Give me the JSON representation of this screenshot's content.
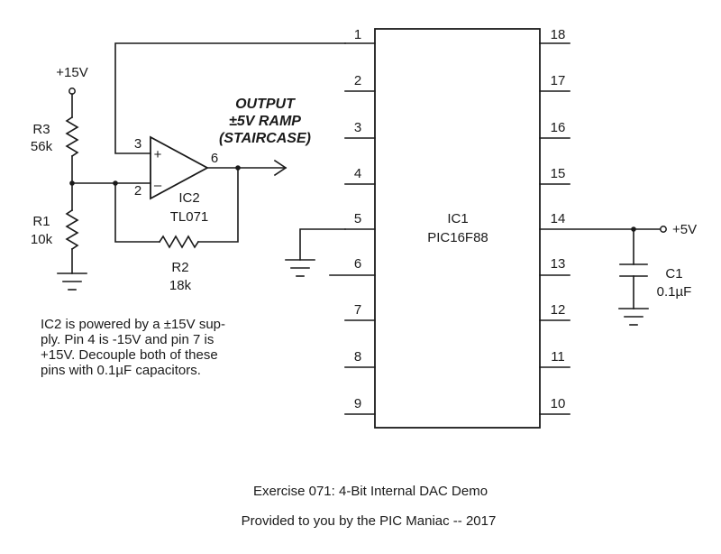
{
  "ic1": {
    "ref": "IC1",
    "part": "PIC16F88",
    "left_pins": [
      "1",
      "2",
      "3",
      "4",
      "5",
      "6",
      "7",
      "8",
      "9"
    ],
    "right_pins": [
      "18",
      "17",
      "16",
      "15",
      "14",
      "13",
      "12",
      "11",
      "10"
    ]
  },
  "ic2": {
    "ref": "IC2",
    "part": "TL071",
    "pin_plus": "3",
    "pin_minus": "2",
    "pin_out": "6",
    "plus_sign": "+",
    "minus_sign": "–"
  },
  "output": {
    "line1": "OUTPUT",
    "line2": "±5V RAMP",
    "line3": "(STAIRCASE)"
  },
  "supply": {
    "v15": "+15V",
    "v5": "+5V"
  },
  "r3": {
    "ref": "R3",
    "value": "56k"
  },
  "r1": {
    "ref": "R1",
    "value": "10k"
  },
  "r2": {
    "ref": "R2",
    "value": "18k"
  },
  "c1": {
    "ref": "C1",
    "value": "0.1µF"
  },
  "note": [
    "IC2 is powered by a ±15V sup-",
    "ply. Pin 4 is -15V and pin 7 is",
    "+15V. Decouple both of these",
    "pins with 0.1µF capacitors."
  ],
  "caption": {
    "line1": "Exercise 071: 4-Bit Internal DAC Demo",
    "line2": "Provided to you by the PIC Maniac -- 2017"
  }
}
